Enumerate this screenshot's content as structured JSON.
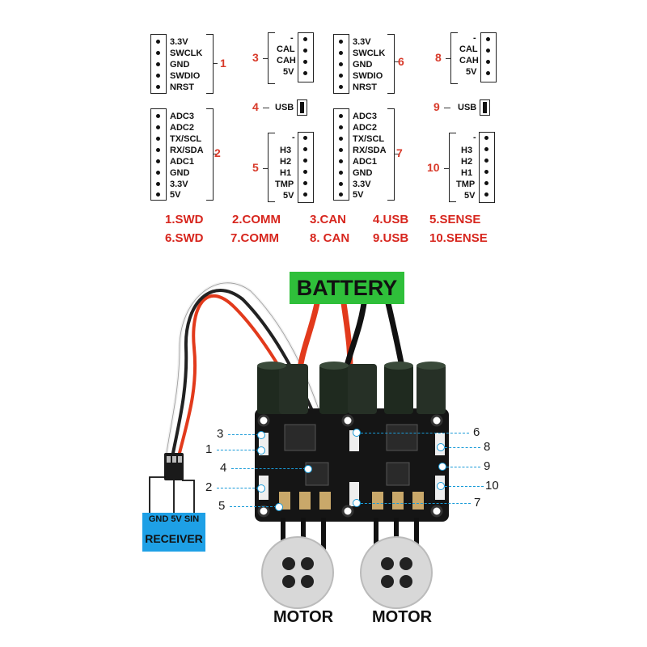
{
  "connectors": {
    "swd_pins": [
      "3.3V",
      "SWCLK",
      "GND",
      "SWDIO",
      "NRST"
    ],
    "can_pins": [
      "-",
      "CAL",
      "CAH",
      "5V"
    ],
    "comm_pins": [
      "ADC3",
      "ADC2",
      "TX/SCL",
      "RX/SDA",
      "ADC1",
      "GND",
      "3.3V",
      "5V"
    ],
    "sense_pins": [
      "-",
      "H3",
      "H2",
      "H1",
      "TMP",
      "5V"
    ],
    "usb_label": "USB"
  },
  "numbers": [
    "1",
    "2",
    "3",
    "4",
    "5",
    "6",
    "7",
    "8",
    "9",
    "10"
  ],
  "legend": {
    "row1": [
      "1.SWD",
      "2.COMM",
      "3.CAN",
      "4.USB",
      "5.SENSE"
    ],
    "row2": [
      "6.SWD",
      "7.COMM",
      "8. CAN",
      "9.USB",
      "10.SENSE"
    ]
  },
  "labels": {
    "battery": "BATTERY",
    "receiver_pins": "GND 5V SIN",
    "receiver": "RECEIVER",
    "motor_left": "MOTOR",
    "motor_right": "MOTOR"
  },
  "colors": {
    "number_red": "#d83a2a",
    "legend_red": "#d7261e",
    "battery_green": "#2fbf3a",
    "receiver_blue": "#1ea0e6",
    "callout_blue": "#1a9bd8",
    "wire_red": "#e23a1c",
    "wire_black": "#111111",
    "board_dark": "#151515",
    "motor_gray": "#d8d8d8"
  }
}
